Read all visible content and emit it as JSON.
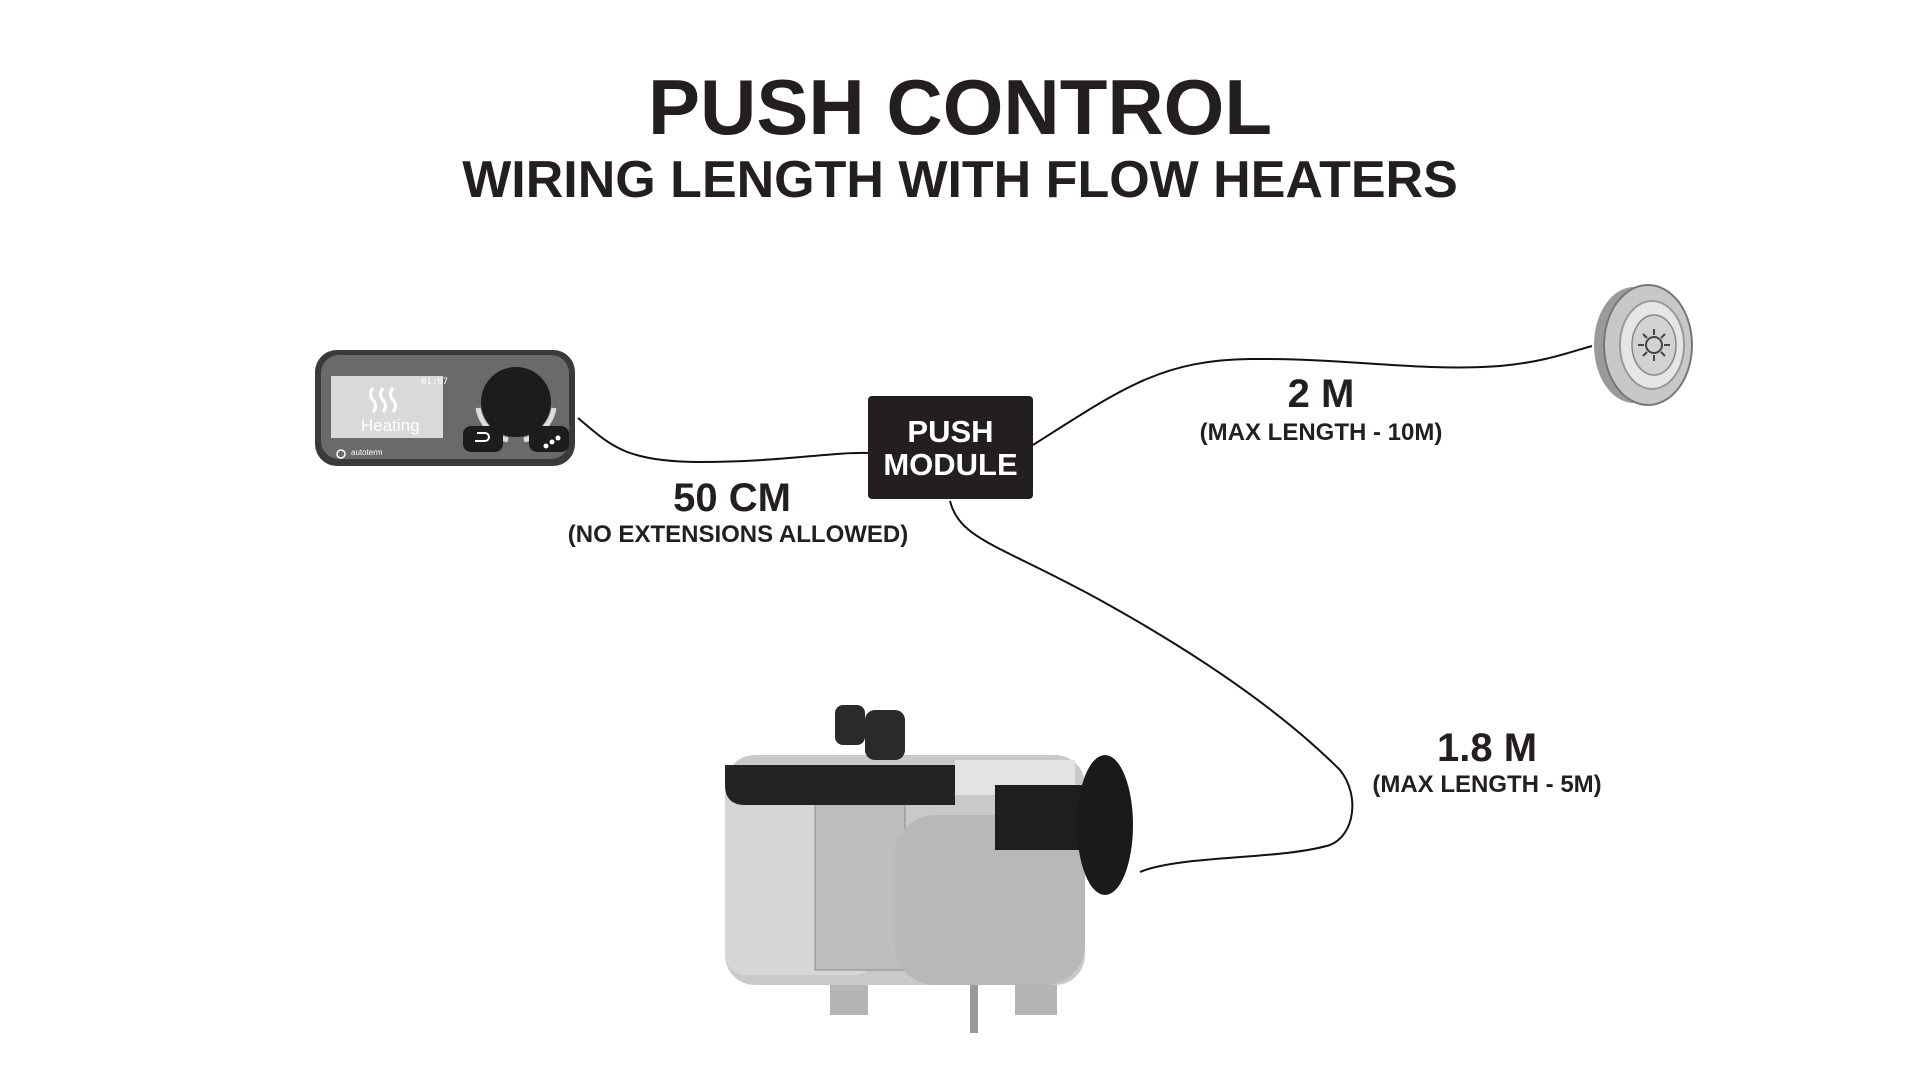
{
  "header": {
    "title": "PUSH CONTROL",
    "subtitle": "WIRING LENGTH WITH FLOW HEATERS"
  },
  "module": {
    "line1": "PUSH",
    "line2": "MODULE"
  },
  "controller": {
    "screen_time": "01:07",
    "screen_label": "Heating",
    "brand": "autoterm"
  },
  "connections": {
    "controller": {
      "length": "50 CM",
      "note": "(NO EXTENSIONS ALLOWED)"
    },
    "button": {
      "length": "2 M",
      "note": "(MAX LENGTH - 10M)"
    },
    "heater": {
      "length": "1.8 M",
      "note": "(MAX LENGTH - 5M)"
    }
  },
  "colors": {
    "text": "#231f20",
    "module_bg": "#231f20",
    "wire": "#111111"
  }
}
